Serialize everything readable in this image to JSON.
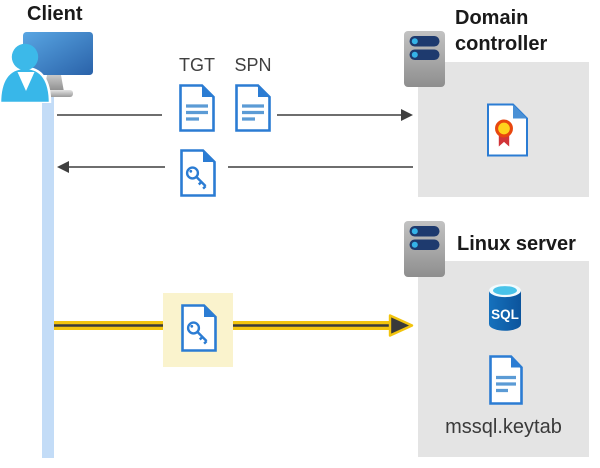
{
  "client": {
    "label": "Client"
  },
  "domain_controller": {
    "label": "Domain controller"
  },
  "linux_server": {
    "label": "Linux server",
    "sql_label": "SQL",
    "keytab_label": "mssql.keytab"
  },
  "tickets": {
    "tgt_label": "TGT",
    "spn_label": "SPN"
  },
  "icons": [
    "client-person-monitor-icon",
    "tgt-document-icon",
    "spn-document-icon",
    "ticket-key-document-icon",
    "service-key-document-icon",
    "server-icon",
    "certificate-document-icon",
    "sql-database-icon",
    "keytab-document-icon"
  ],
  "colors": {
    "doc_border_blue": "#2b7cd3",
    "doc_line_blue": "#5b9bd5",
    "box_gray": "#e4e4e4",
    "highlight_cream": "#faf3cd",
    "arrow_yellow": "#f2c40e",
    "arrow_dark": "#3f3f3f",
    "client_timeline_blue": "#c3dcf7",
    "server_pill_navy": "#1e3a6e",
    "led_cyan": "#35b3e8",
    "sql_body_blue": "#1064b4",
    "sql_top_cyan": "#49c3e9",
    "seal_gold": "#ffd21c",
    "seal_ring_orange": "#e8470e",
    "ribbon_red": "#d13438",
    "person_cyan": "#38b7e9"
  }
}
